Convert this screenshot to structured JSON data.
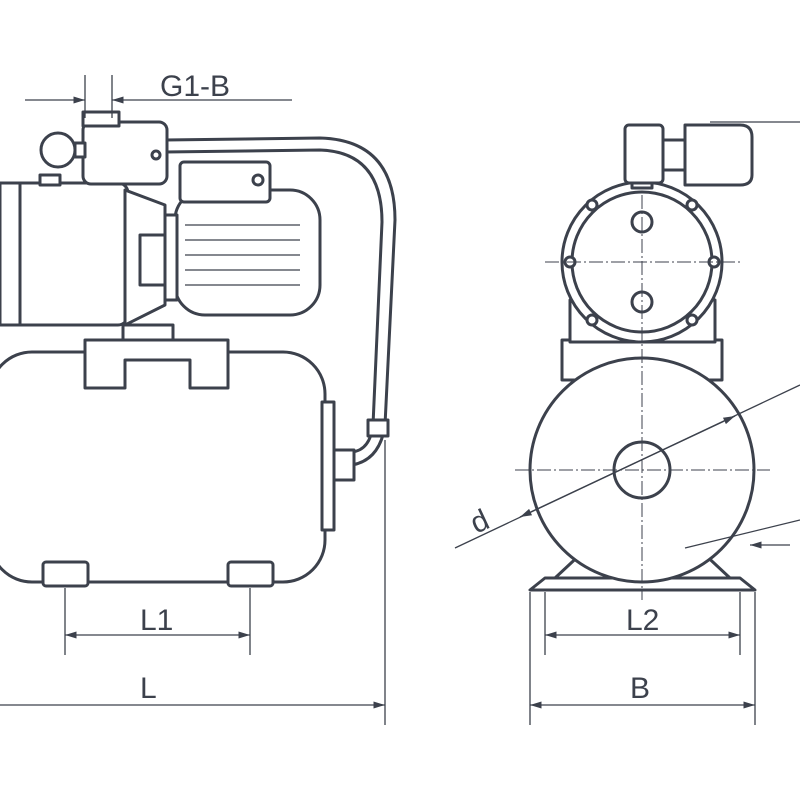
{
  "diagram": {
    "title": "Pump station dimension drawing",
    "labels": {
      "outlet_thread": "G1-B",
      "foot_spacing_side": "L1",
      "overall_length": "L",
      "foot_spacing_front": "L2",
      "overall_width": "B",
      "tank_diameter": "d"
    },
    "line_color": "#3c414c"
  }
}
